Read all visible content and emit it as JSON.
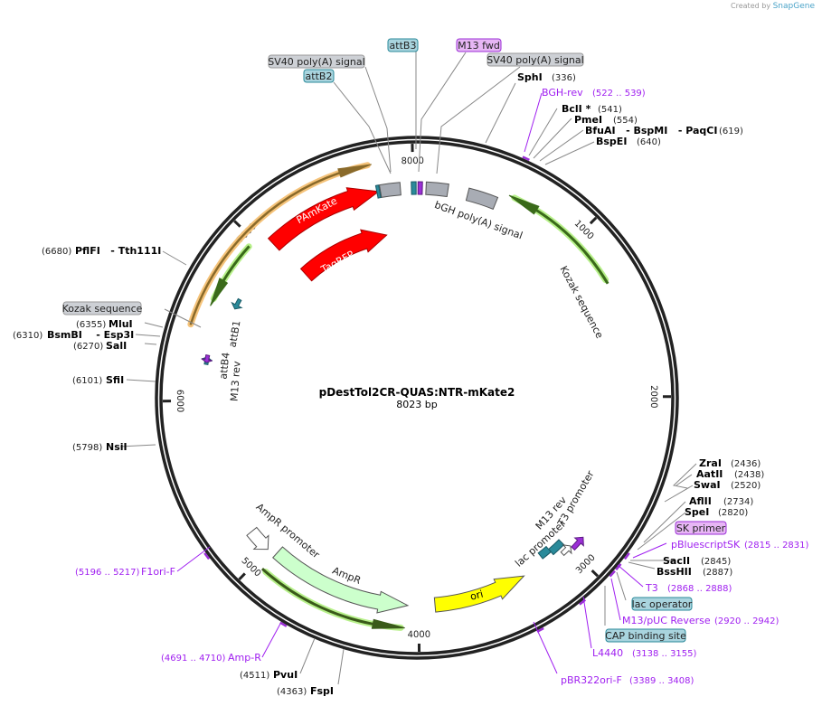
{
  "brand": {
    "created_by": "Created by",
    "name": "SnapGene"
  },
  "map": {
    "name": "pDestTol2CR-QUAS:NTR-mKate2",
    "length": "8023 bp",
    "total_bp": 8023,
    "ticks": [
      "1000",
      "2000",
      "3000",
      "4000",
      "5000",
      "6000",
      "7000",
      "8000"
    ]
  },
  "boxed_labels": {
    "attB3": "attB3",
    "m13fwd": "M13 fwd",
    "sv40_left": "SV40 poly(A) signal",
    "sv40_right": "SV40 poly(A) signal",
    "attB2": "attB2",
    "kozak": "Kozak sequence",
    "sk_primer": "SK primer",
    "lac_operator": "lac operator",
    "cap": "CAP binding site"
  },
  "enzymes": {
    "sphi": {
      "name": "SphI",
      "pos": "(336)"
    },
    "bcli": {
      "name": "BclI *",
      "pos": "(541)"
    },
    "pmei": {
      "name": "PmeI",
      "pos": "(554)"
    },
    "bfuai": {
      "name": "BfuAI   - BspMI   - PaqCI",
      "pos": "(619)"
    },
    "bspei": {
      "name": "BspEI",
      "pos": "(640)"
    },
    "zrai": {
      "name": "ZraI",
      "pos": "(2436)"
    },
    "aatii": {
      "name": "AatII",
      "pos": "(2438)"
    },
    "swai": {
      "name": "SwaI",
      "pos": "(2520)"
    },
    "aflii": {
      "name": "AflII",
      "pos": "(2734)"
    },
    "spei": {
      "name": "SpeI",
      "pos": "(2820)"
    },
    "sacii": {
      "name": "SacII",
      "pos": "(2845)"
    },
    "bsshii": {
      "name": "BssHII",
      "pos": "(2887)"
    },
    "pvui": {
      "name": "PvuI",
      "pos": "(4511)"
    },
    "fspi": {
      "name": "FspI",
      "pos": "(4363)"
    },
    "nsii": {
      "name": "NsiI",
      "pos": "(5798)"
    },
    "sfii": {
      "name": "SfiI",
      "pos": "(6101)"
    },
    "sali": {
      "name": "SalI",
      "pos": "(6270)"
    },
    "bsmbi": {
      "name": "BsmBI    - Esp3I",
      "pos": "(6310)"
    },
    "mlui": {
      "name": "MluI",
      "pos": "(6355)"
    },
    "pflfi": {
      "name": "PflFI   - Tth111I",
      "pos": "(6680)"
    }
  },
  "primers": {
    "bgh_rev": {
      "name": "BGH-rev",
      "pos": "(522 .. 539)"
    },
    "pbluescript": {
      "name": "pBluescriptSK",
      "pos": "(2815 .. 2831)"
    },
    "t3": {
      "name": "T3",
      "pos": "(2868 .. 2888)"
    },
    "m13puc": {
      "name": "M13/pUC Reverse",
      "pos": "(2920 .. 2942)"
    },
    "l4440": {
      "name": "L4440",
      "pos": "(3138 .. 3155)"
    },
    "pbr322": {
      "name": "pBR322ori-F",
      "pos": "(3389 .. 3408)"
    },
    "ampr": {
      "name": "Amp-R",
      "pos": "(4691 .. 4710)"
    },
    "f1ori": {
      "name": "F1ori-F",
      "pos": "(5196 .. 5217)"
    }
  },
  "features": {
    "pamkate": "PAmKate",
    "tagrfp": "TagRFP",
    "bgh": "bGH poly(A) signal",
    "kozak": "Kozak sequence",
    "attb1": "attB1",
    "attb4": "attB4",
    "m13rev_left": "M13 rev",
    "ampr_promoter": "AmpR promoter",
    "ampr": "AmpR",
    "ori": "ori",
    "lac_promoter": "lac promoter",
    "m13rev_right": "M13 rev",
    "t3_promoter": "T3 promoter"
  },
  "colors": {
    "red": "#ff0000",
    "ampr": "#ccffcc",
    "ori": "#ffff00",
    "gray": "#a8acb4",
    "teal": "#2a8a9a",
    "purple": "#9b2fd6",
    "orange": "#f5c37a",
    "green_hl": "#b7f08a"
  }
}
